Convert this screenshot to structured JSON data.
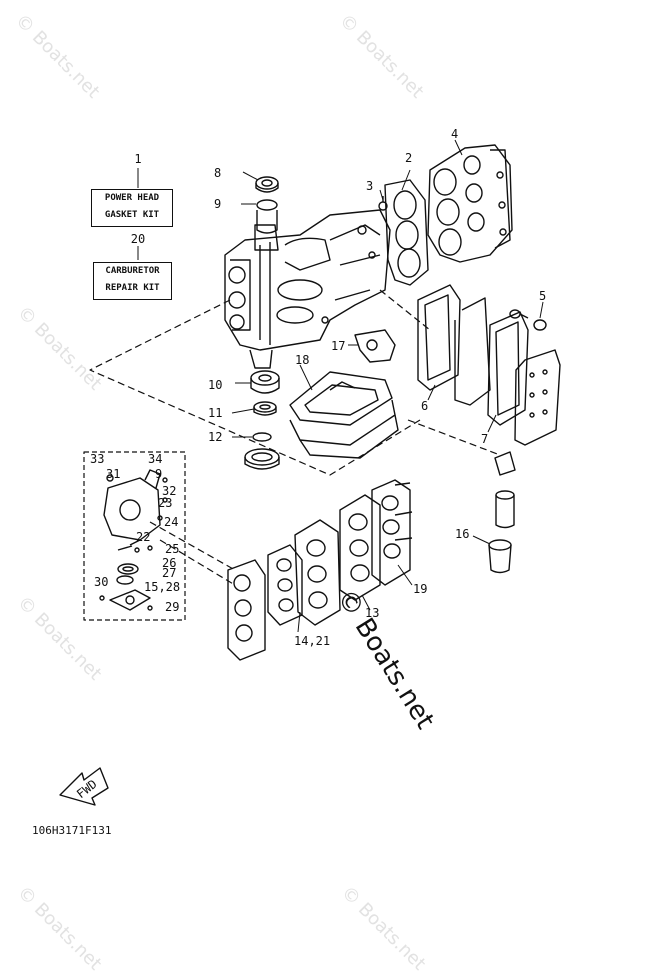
{
  "watermark": {
    "text": "© Boats.net"
  },
  "kits": {
    "power_head": {
      "number": "1",
      "line1": "POWER HEAD",
      "line2": "GASKET KIT"
    },
    "carburetor": {
      "number": "20",
      "line1": "CARBURETOR",
      "line2": "REPAIR KIT"
    }
  },
  "part_labels": [
    "2",
    "3",
    "4",
    "5",
    "6",
    "7",
    "8",
    "9",
    "10",
    "11",
    "12",
    "14,21",
    "16",
    "17",
    "18",
    "19",
    "33",
    "34",
    "31",
    "9",
    "32",
    "23",
    "24",
    "22",
    "25",
    "26",
    "27",
    "30",
    "15,28",
    "29",
    "13"
  ],
  "fwd_label": "FWD",
  "diagram_code": "106H3171F131"
}
